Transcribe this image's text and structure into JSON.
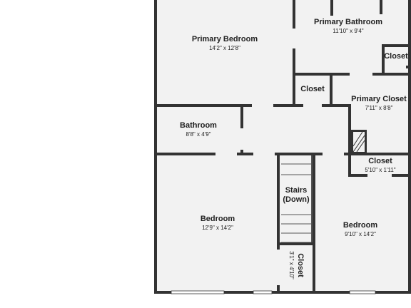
{
  "rooms": [
    {
      "name": "Primary Bedroom",
      "dims": "14'2\" x 12'8\""
    },
    {
      "name": "Primary Bathroom",
      "dims": "11'10\" x 9'4\""
    },
    {
      "name": "Closet",
      "dims": ""
    },
    {
      "name": "Closet",
      "dims": ""
    },
    {
      "name": "Primary Closet",
      "dims": "7'11\" x 8'8\""
    },
    {
      "name": "Bathroom",
      "dims": "8'8\" x 4'9\""
    },
    {
      "name": "Closet",
      "dims": "5'10\" x 1'11\""
    },
    {
      "name": "Stairs",
      "dims": "(Down)"
    },
    {
      "name": "Bedroom",
      "dims": "12'9\" x 14'2\""
    },
    {
      "name": "Bedroom",
      "dims": "9'10\" x 14'2\""
    },
    {
      "name": "Closet",
      "dims": "3'1\" x 4'10\""
    }
  ],
  "colors": {
    "wall": "#333333",
    "floor": "#f2f2f2",
    "background": "#ffffff"
  }
}
